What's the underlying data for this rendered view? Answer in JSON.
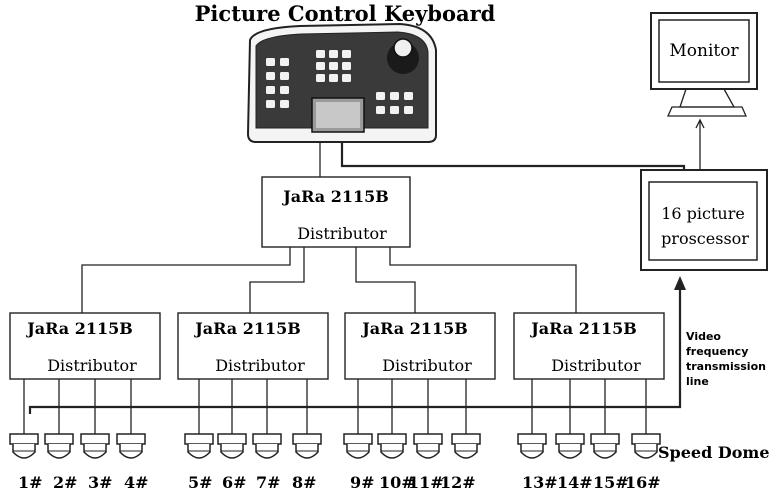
{
  "title": "Picture Control Keyboard",
  "monitor_label": "Monitor",
  "processor": {
    "line1": "16 picture",
    "line2": "proscessor"
  },
  "main_distributor": {
    "model": "JaRa 2115B",
    "label": "Distributor"
  },
  "distributors": [
    {
      "model": "JaRa 2115B",
      "label": "Distributor"
    },
    {
      "model": "JaRa 2115B",
      "label": "Distributor"
    },
    {
      "model": "JaRa 2115B",
      "label": "Distributor"
    },
    {
      "model": "JaRa 2115B",
      "label": "Distributor"
    }
  ],
  "transmission_label": [
    "Video",
    "frequency",
    "transmission",
    "line"
  ],
  "speed_dome_label": "Speed Dome",
  "dome_numbers": [
    "1#",
    "2#",
    "3#",
    "4#",
    "5#",
    "6#",
    "7#",
    "8#",
    "9#",
    "10#",
    "11#",
    "12#",
    "13#",
    "14#",
    "15#",
    "16#"
  ],
  "colors": {
    "line": "#222222",
    "background": "#ffffff",
    "keyboard": "#2a2a2a"
  }
}
